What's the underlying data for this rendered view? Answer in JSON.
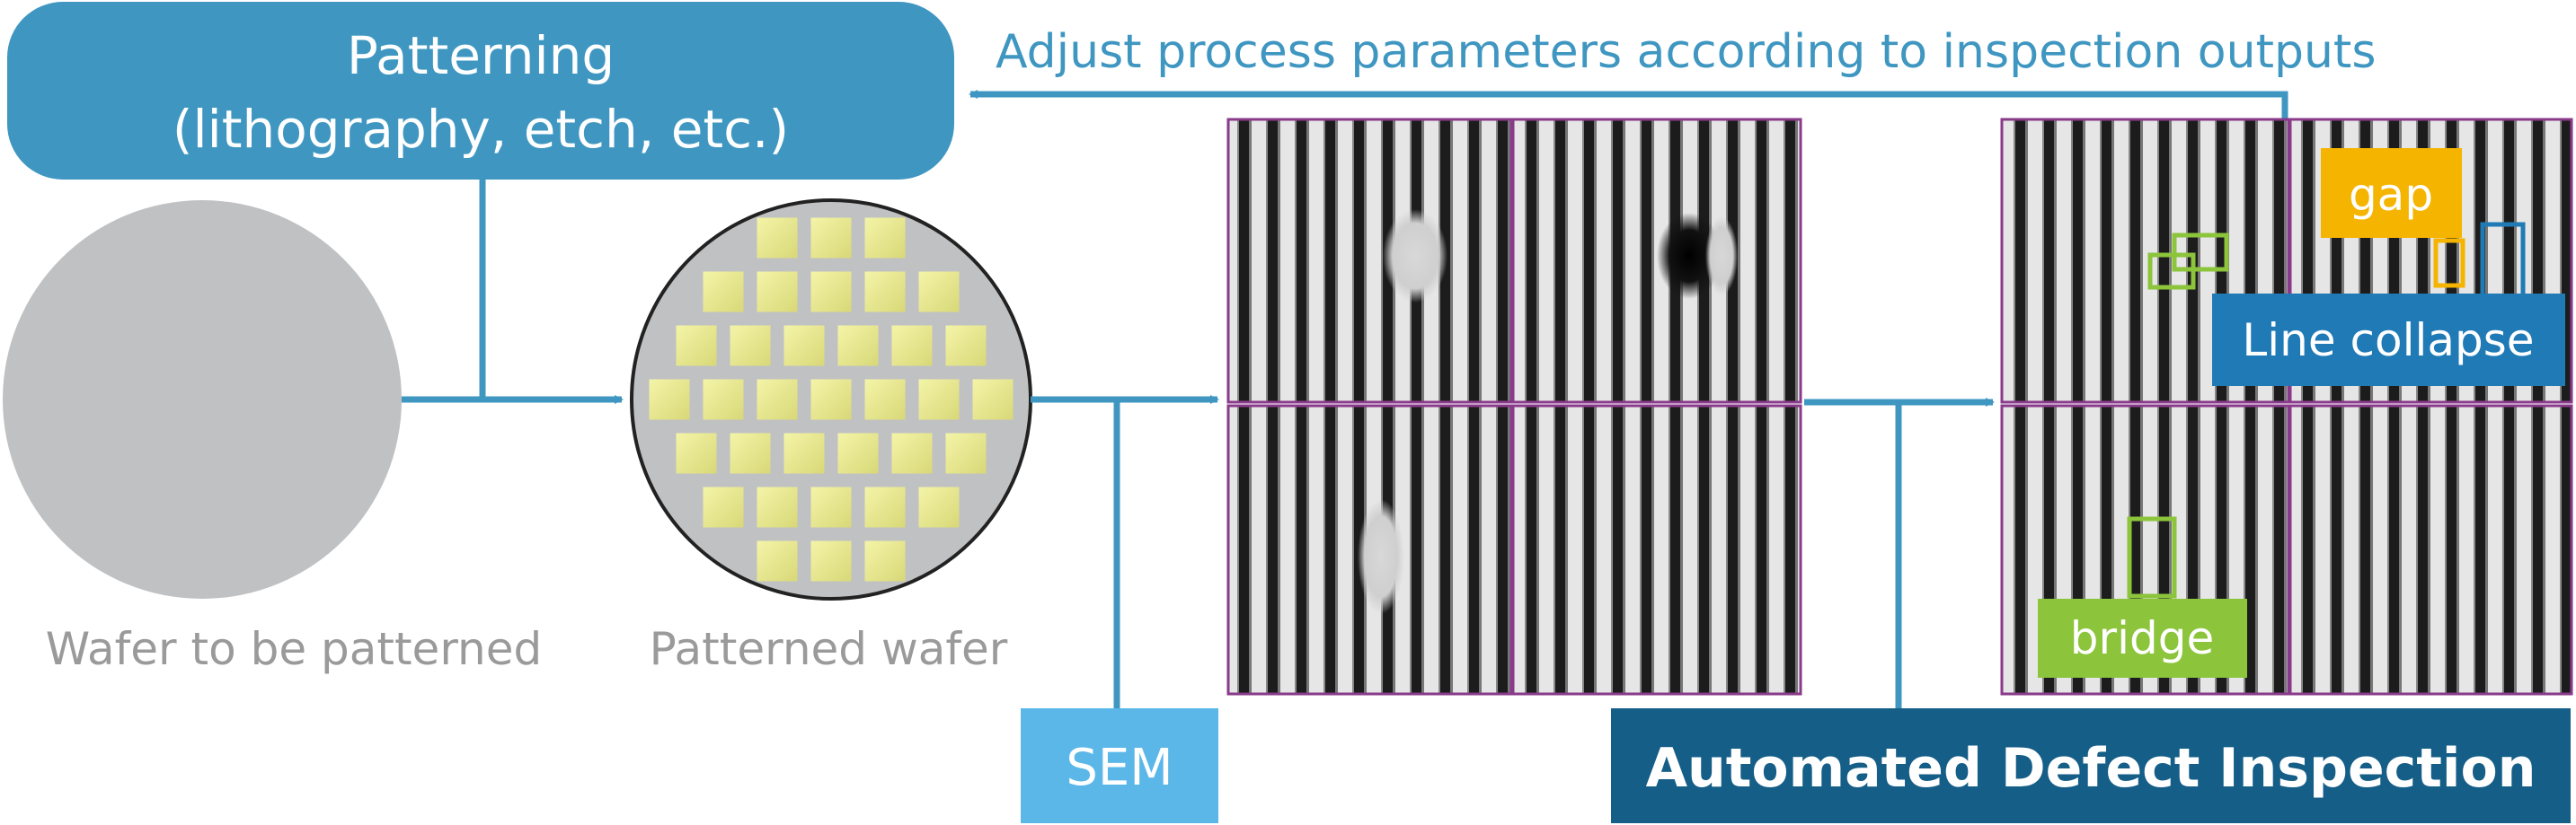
{
  "patterning": {
    "title": "Patterning",
    "subtitle": "(lithography, etch, etc.)"
  },
  "feedback_label": "Adjust process parameters according to inspection outputs",
  "wafer_blank_label": "Wafer to be patterned",
  "wafer_patterned_label": "Patterned wafer",
  "sem_label": "SEM",
  "adi_label": "Automated Defect Inspection",
  "defect_labels": {
    "gap": "gap",
    "collapse": "Line collapse",
    "bridge": "bridge"
  },
  "colors": {
    "process_blue": "#3f97c1",
    "sem_blue": "#5ab7e8",
    "adi_blue": "#155e87",
    "gray_text": "#9a9a9a",
    "wafer_gray": "#c0c1c3",
    "die_yellow": "#eeee99",
    "frame_purple": "#8a3a8a",
    "gap_orange": "#f5b400",
    "collapse_blue": "#1f7ab6",
    "bridge_green": "#8cc43c"
  },
  "die_rows": [
    3,
    5,
    6,
    7,
    6,
    5,
    3
  ]
}
